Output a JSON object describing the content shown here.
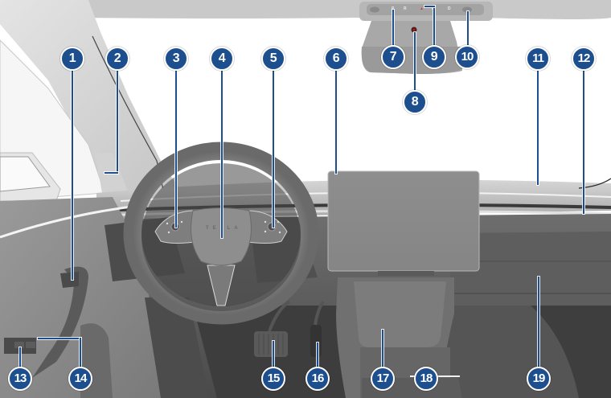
{
  "diagram": {
    "subject": "Vehicle interior overview (driver cockpit)",
    "accent_color": "#1d4f8f",
    "hub_logo_text": "TESLA",
    "overhead_gear_letters": [
      "P",
      "R",
      "N",
      "D"
    ],
    "active_gear_index": 1,
    "callouts": [
      {
        "n": "1"
      },
      {
        "n": "2"
      },
      {
        "n": "3"
      },
      {
        "n": "4"
      },
      {
        "n": "5"
      },
      {
        "n": "6"
      },
      {
        "n": "7"
      },
      {
        "n": "8"
      },
      {
        "n": "9"
      },
      {
        "n": "10"
      },
      {
        "n": "11"
      },
      {
        "n": "12"
      },
      {
        "n": "13"
      },
      {
        "n": "14"
      },
      {
        "n": "15"
      },
      {
        "n": "16"
      },
      {
        "n": "17"
      },
      {
        "n": "18"
      },
      {
        "n": "19"
      }
    ]
  }
}
